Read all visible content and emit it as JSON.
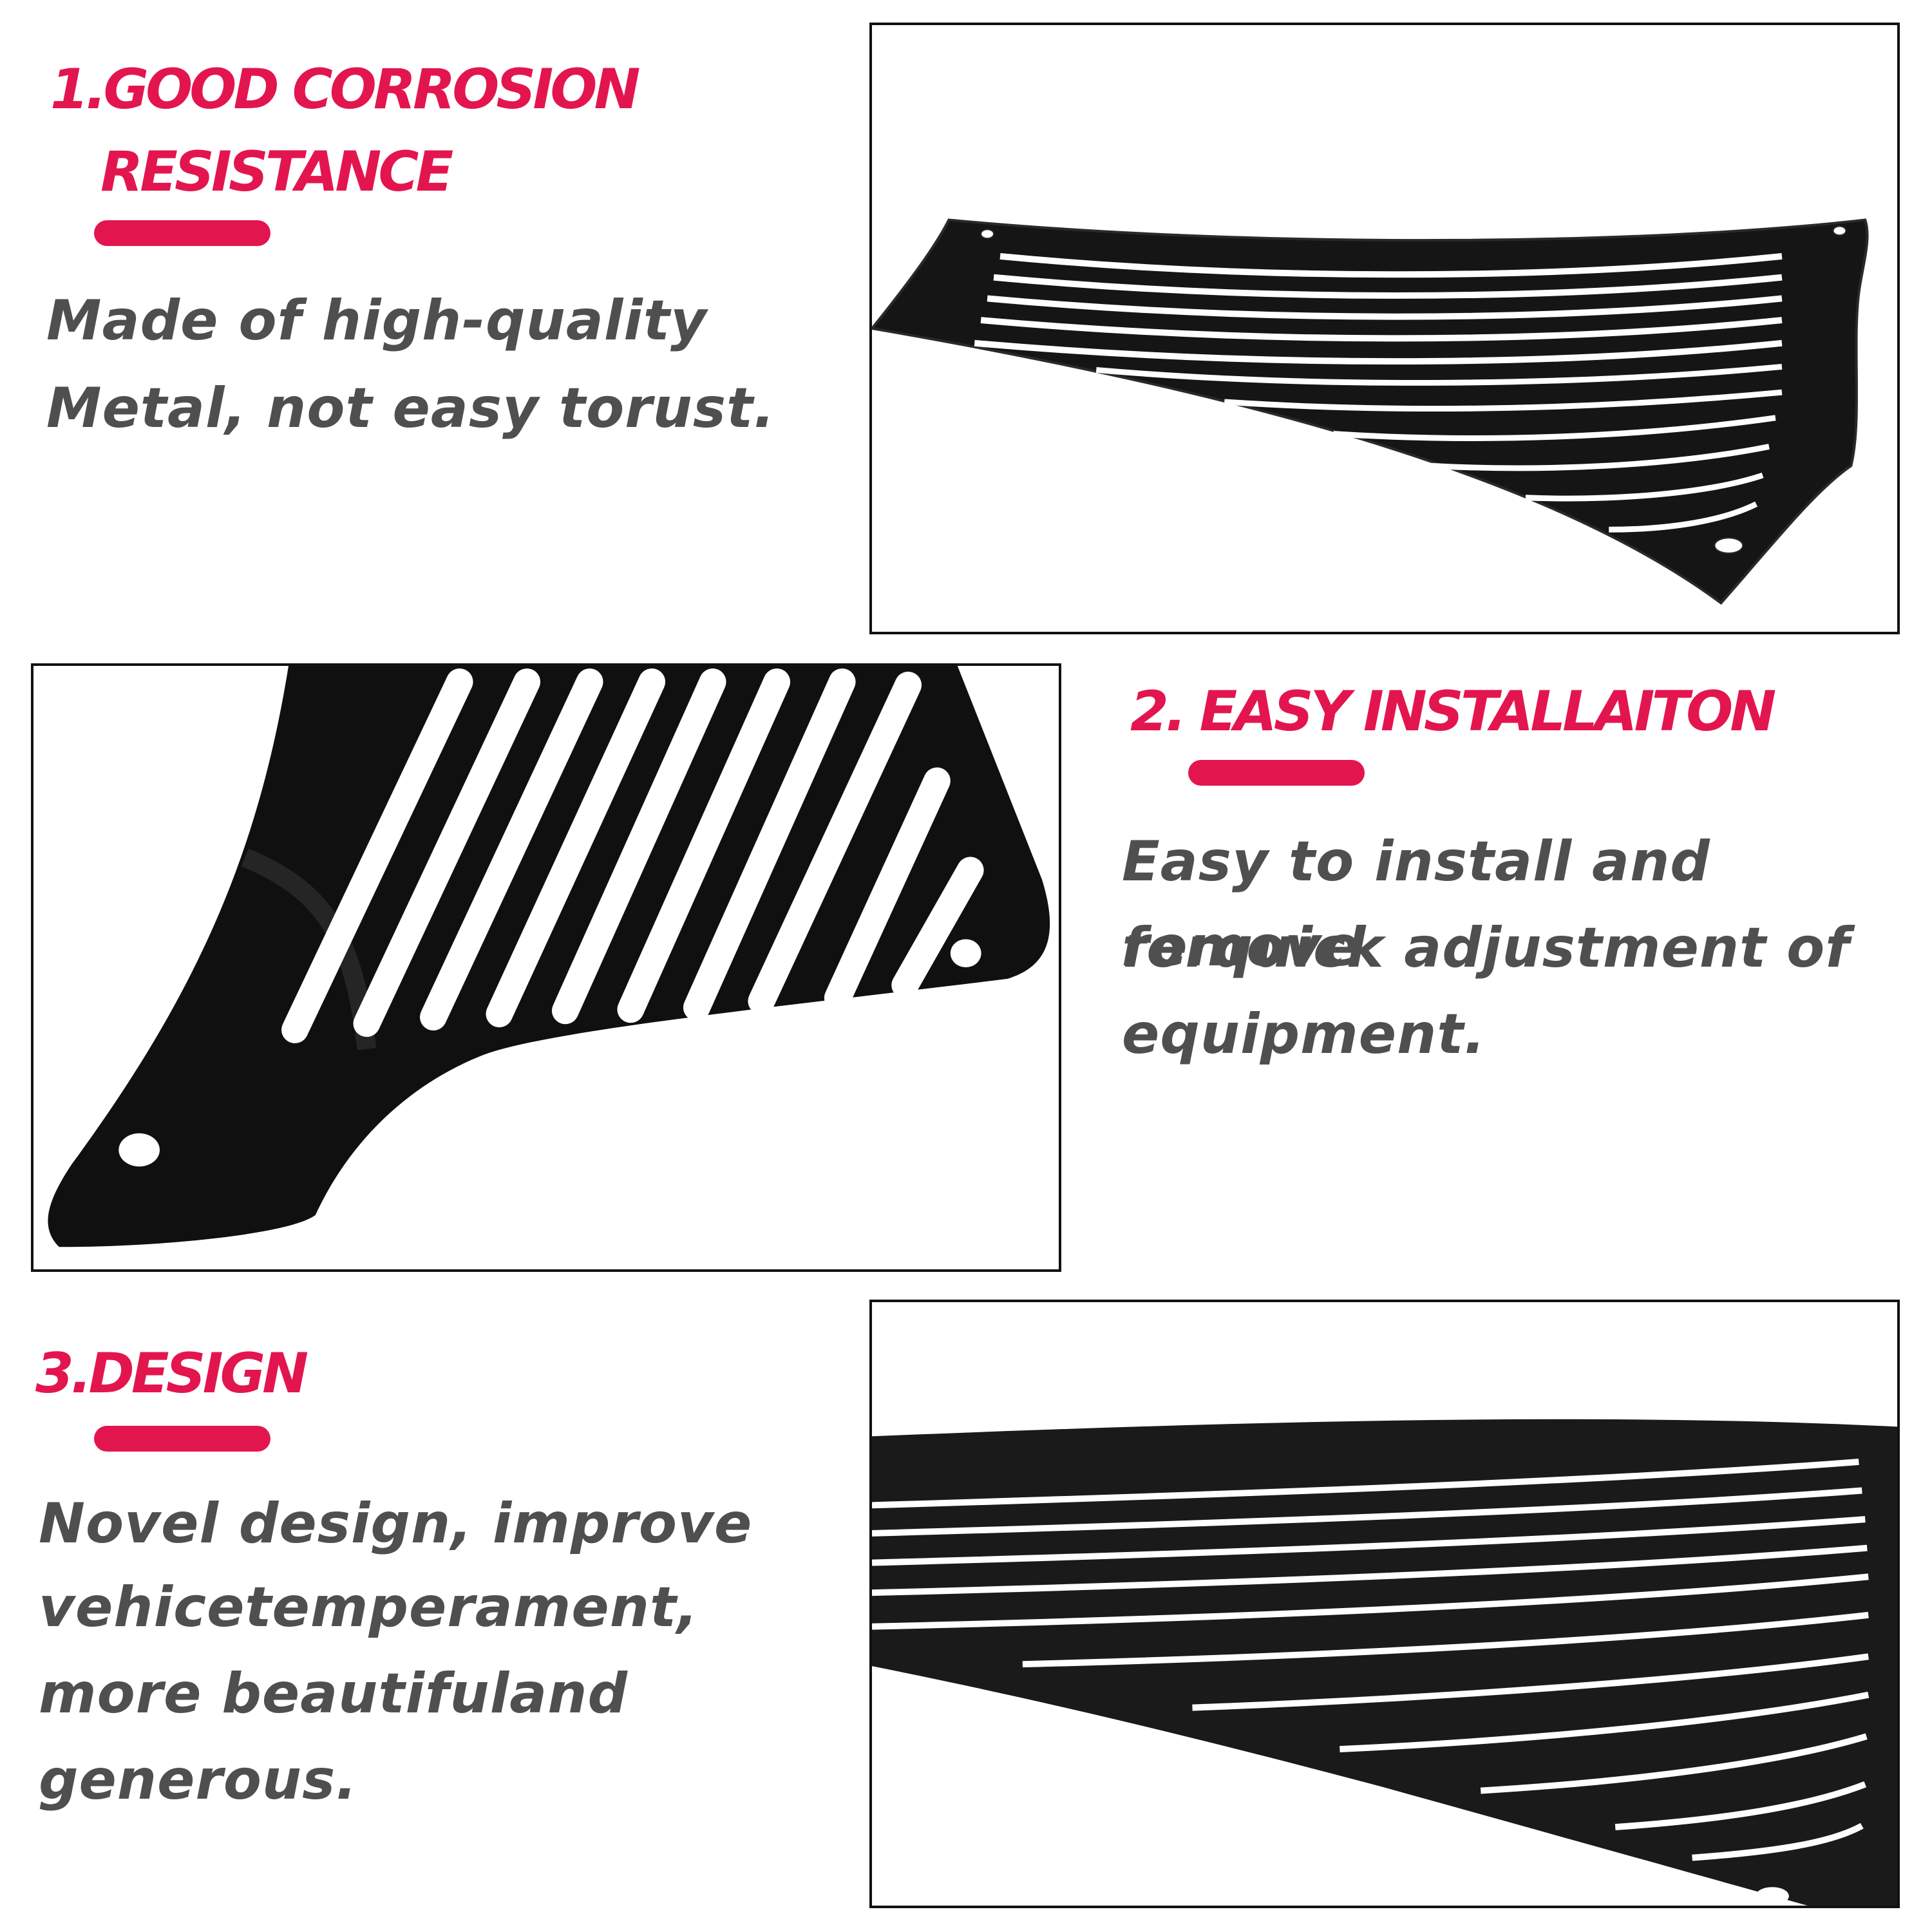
{
  "sections": [
    {
      "title_line1": "1.GOOD CORROSION",
      "title_line2": "RESISTANCE",
      "body_lines": [
        "Made of high-quality",
        "Metal, not easy torust."
      ]
    },
    {
      "title_line1": "2. EASY INSTALLAITON",
      "body_lines": [
        "Easy to install and remove",
        "forquick adjustment of",
        "equipment."
      ]
    },
    {
      "title_line1": "3.DESIGN",
      "body_lines": [
        "Novel design, improve",
        "vehicetemperament,",
        "more beautifuland",
        "generous."
      ]
    }
  ],
  "colors": {
    "accent": "#e3154f",
    "body_text": "#4f4f4f",
    "frame_border": "#111111",
    "metal": "#151515"
  },
  "images": [
    {
      "name": "product-photo-top",
      "subject": "black metal cover plate with curved slots"
    },
    {
      "name": "product-photo-middle",
      "subject": "close-up of slotted black metal cover"
    },
    {
      "name": "product-photo-bottom",
      "subject": "angled view of slotted black metal cover"
    }
  ]
}
